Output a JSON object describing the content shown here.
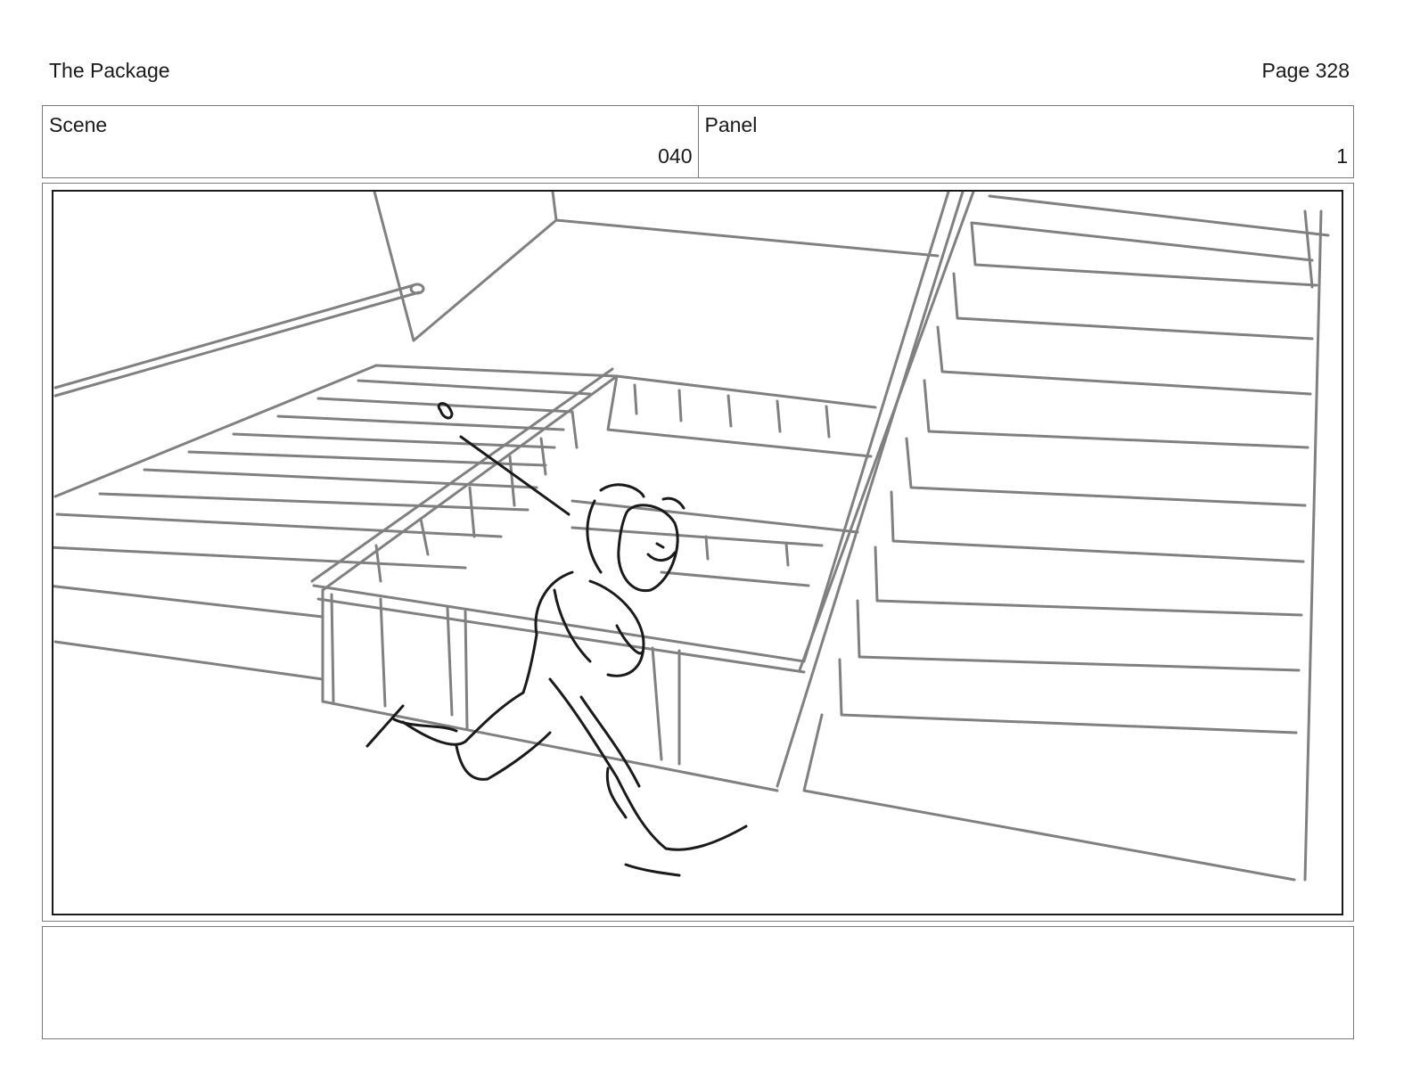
{
  "header": {
    "title": "The Package",
    "page": "Page 328"
  },
  "info": {
    "scene_label": "Scene",
    "scene_value": "040",
    "panel_label": "Panel",
    "panel_value": "1"
  },
  "panel": {
    "sketch": "storyboard-sketch-stairwell-running-figure"
  },
  "notes": {
    "text": ""
  },
  "colors": {
    "border": "#7a7a7a",
    "ink": "#1a1a1a",
    "pencil": "#808080"
  }
}
